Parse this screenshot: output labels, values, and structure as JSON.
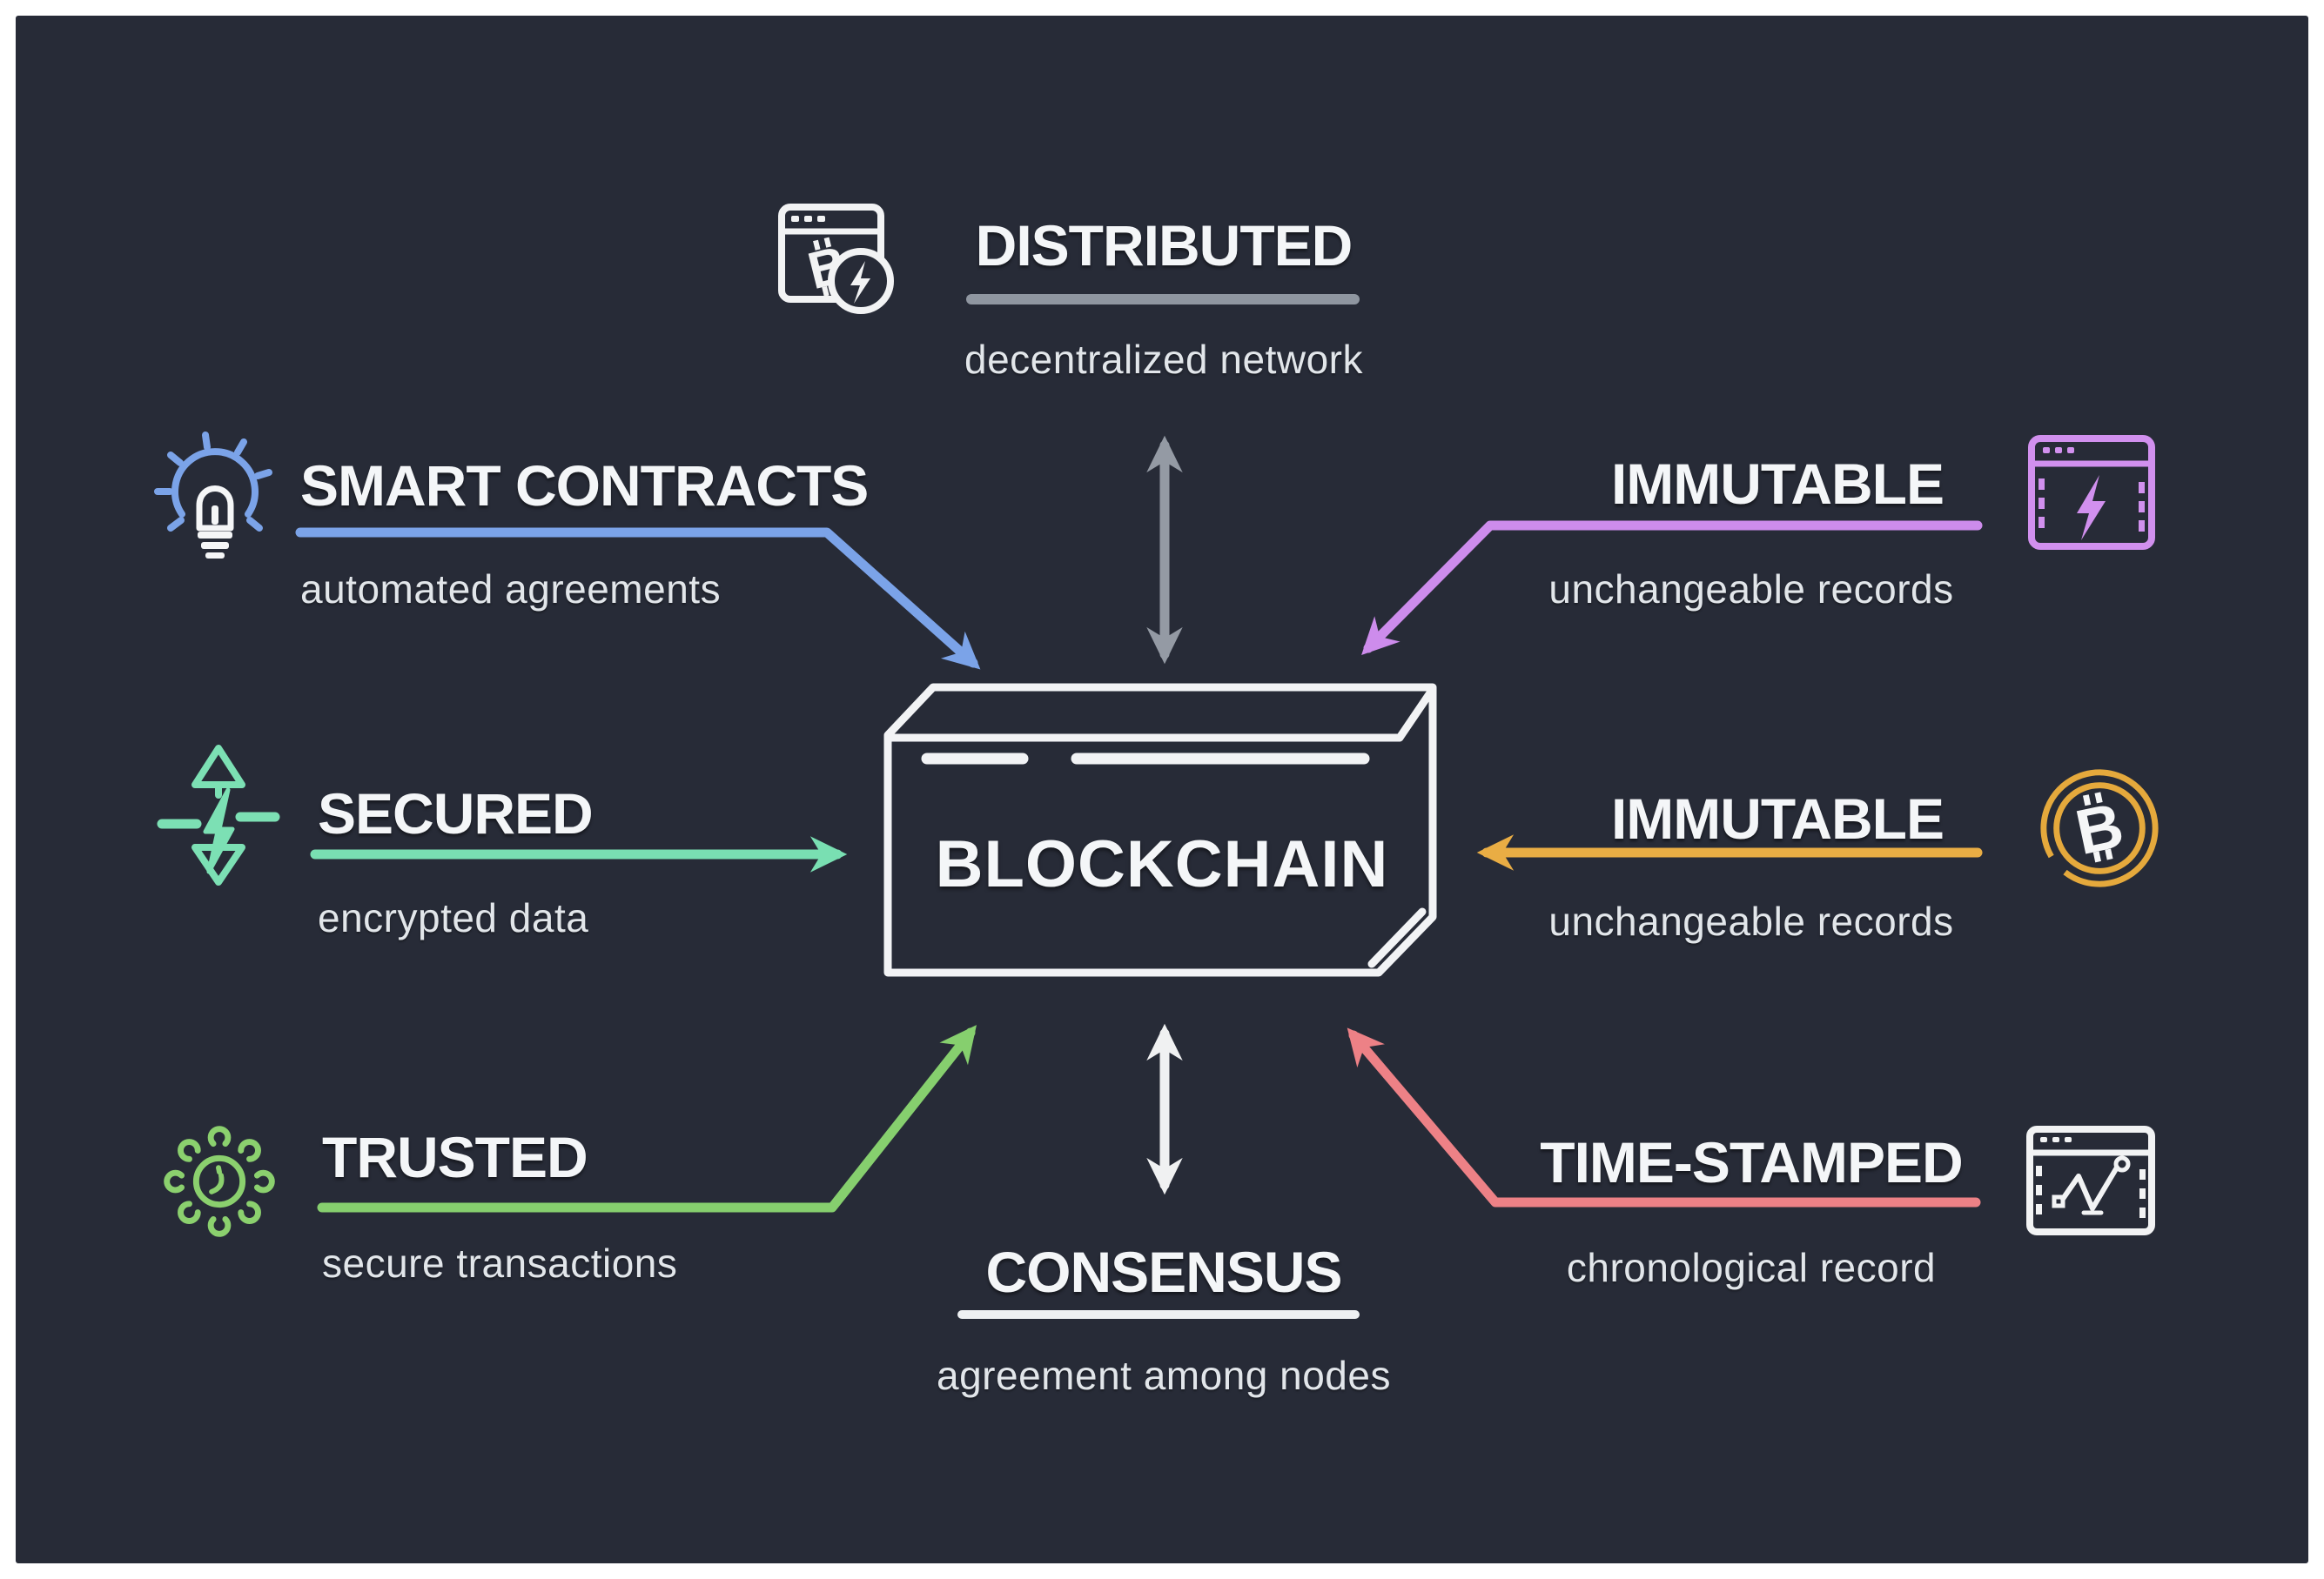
{
  "frame": {
    "border_color": "#ffffff",
    "panel_bg": "#272b37"
  },
  "center_box": {
    "label": "BLOCKCHAIN",
    "outline_color": "#f2f3f5"
  },
  "features": [
    {
      "id": "distributed",
      "title": "DISTRIBUTED",
      "subtitle": "decentralized network",
      "accent": "#949aa4",
      "icon": "browser-bitcoin-lightning-icon",
      "position": "top",
      "arrow": "double-vertical"
    },
    {
      "id": "smart-contracts",
      "title": "SMART CONTRACTS",
      "subtitle": "automated agreements",
      "accent": "#7ba3e8",
      "icon": "lightbulb-icon",
      "position": "upper-left",
      "arrow": "bent-into-box"
    },
    {
      "id": "immutable-upper",
      "title": "IMMUTABLE",
      "subtitle": "unchangeable records",
      "accent": "#cd8cec",
      "icon": "browser-lightning-icon",
      "position": "upper-right",
      "arrow": "bent-into-box"
    },
    {
      "id": "secured",
      "title": "SECURED",
      "subtitle": "encrypted data",
      "accent": "#79dfb2",
      "icon": "lightning-updown-arrows-icon",
      "position": "middle-left",
      "arrow": "straight-right"
    },
    {
      "id": "immutable-right",
      "title": "IMMUTABLE",
      "subtitle": "unchangeable records",
      "accent": "#e9ad44",
      "icon": "bitcoin-coin-icon",
      "position": "middle-right",
      "arrow": "straight-left"
    },
    {
      "id": "trusted",
      "title": "TRUSTED",
      "subtitle": "secure transactions",
      "accent": "#86cf6e",
      "icon": "clock-burst-icon",
      "position": "lower-left",
      "arrow": "bent-into-box"
    },
    {
      "id": "time-stamped",
      "title": "TIME-STAMPED",
      "subtitle": "chronological record",
      "accent": "#ed8186",
      "icon": "browser-chart-icon",
      "position": "lower-right",
      "arrow": "bent-into-box"
    },
    {
      "id": "consensus",
      "title": "CONSENSUS",
      "subtitle": "agreement among nodes",
      "accent": "#f0f1f2",
      "icon": "none",
      "position": "bottom",
      "arrow": "double-vertical"
    }
  ]
}
